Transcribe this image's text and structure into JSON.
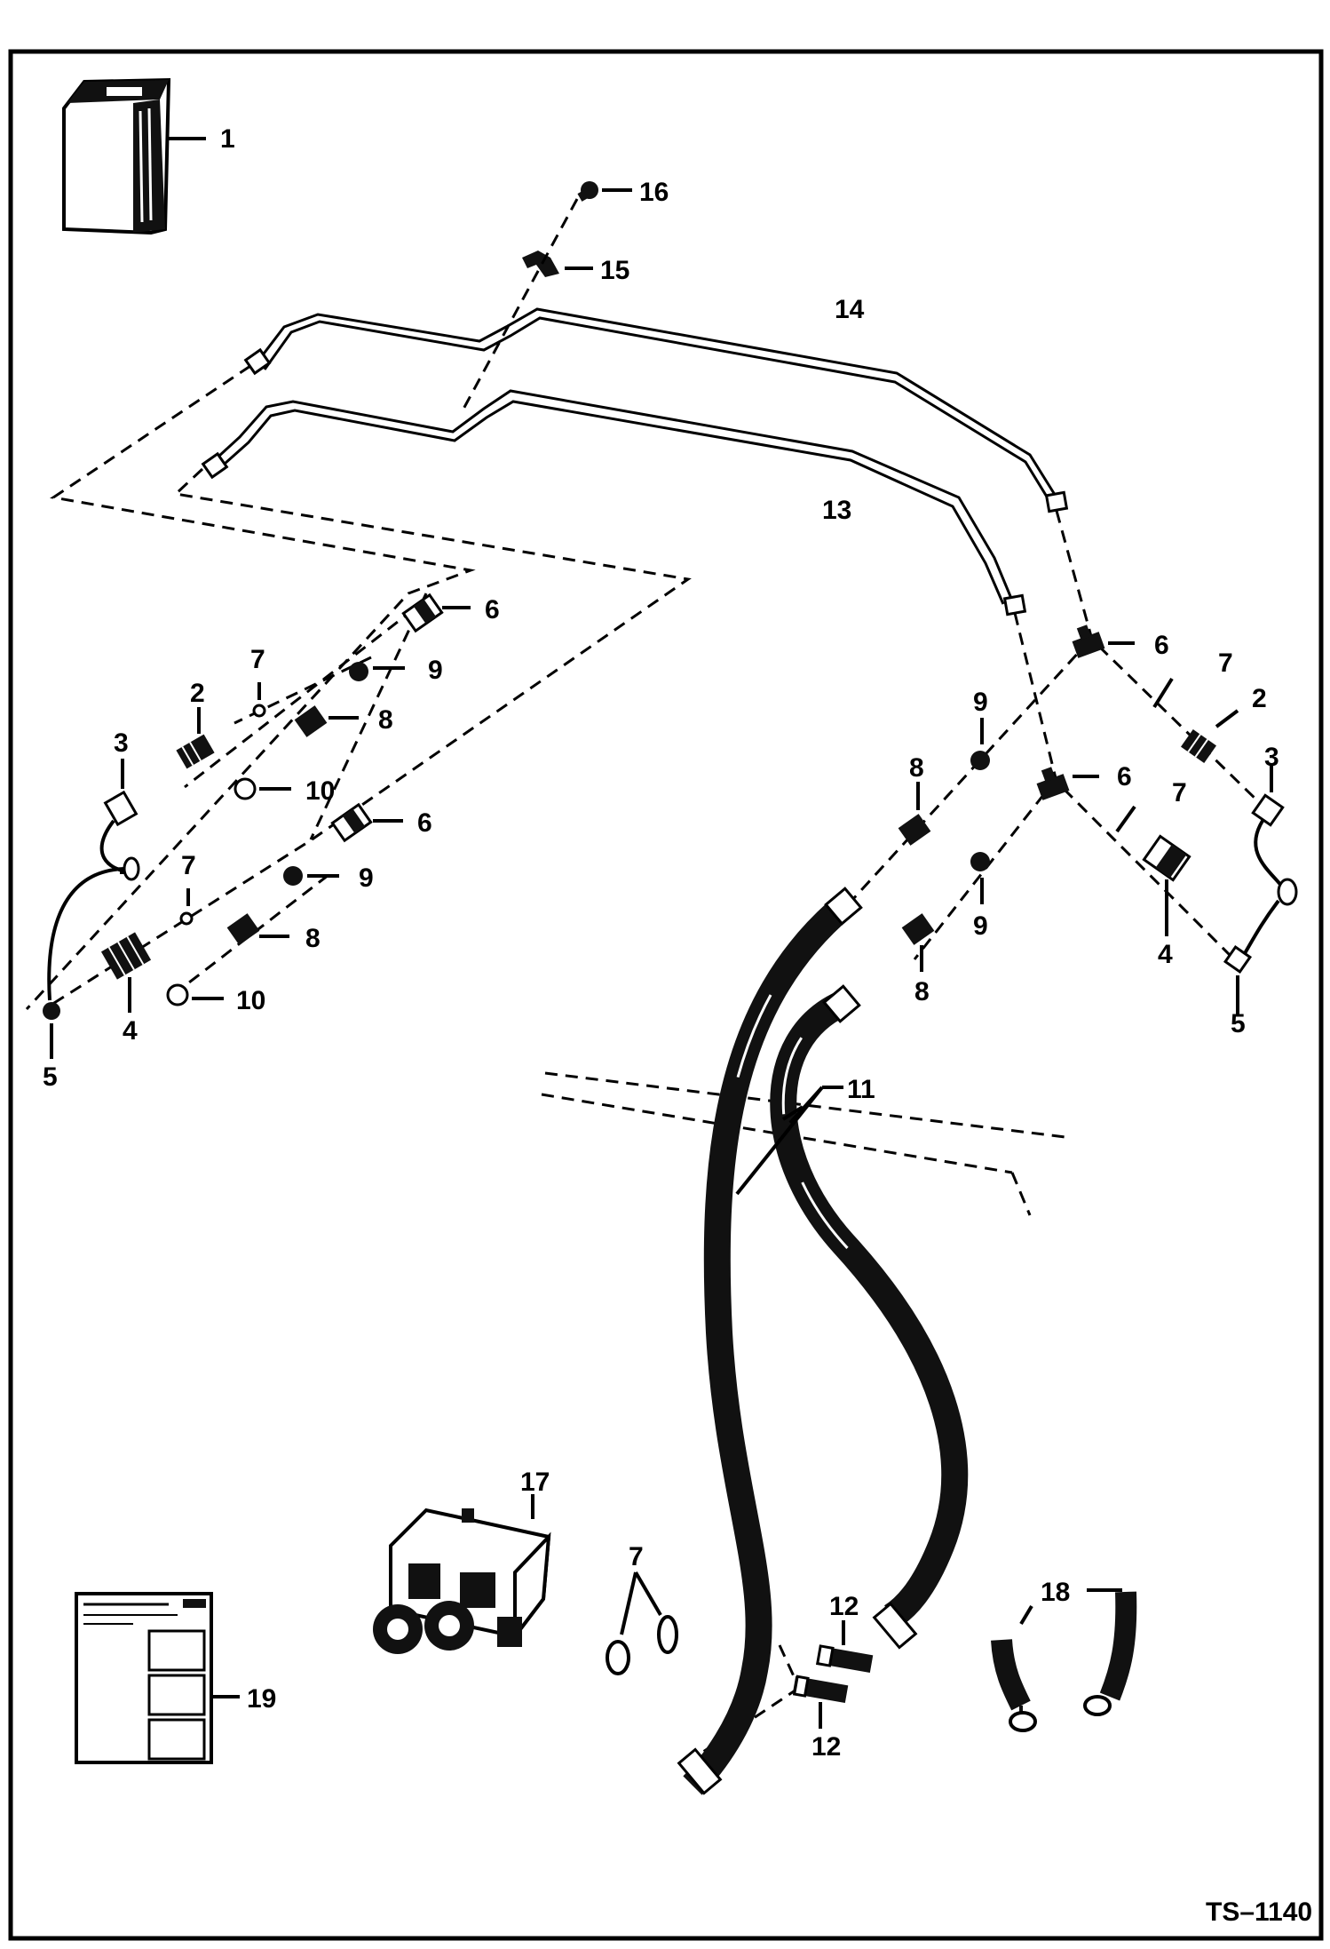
{
  "drawing_ref": "TS–1140",
  "callouts": [
    {
      "id": "c1",
      "label": "1"
    },
    {
      "id": "c16",
      "label": "16"
    },
    {
      "id": "c15",
      "label": "15"
    },
    {
      "id": "c14",
      "label": "14"
    },
    {
      "id": "c13",
      "label": "13"
    },
    {
      "id": "c6a",
      "label": "6"
    },
    {
      "id": "c7a",
      "label": "7"
    },
    {
      "id": "c9a",
      "label": "9"
    },
    {
      "id": "c2a",
      "label": "2"
    },
    {
      "id": "c3a",
      "label": "3"
    },
    {
      "id": "c8a",
      "label": "8"
    },
    {
      "id": "c10a",
      "label": "10"
    },
    {
      "id": "c6b",
      "label": "6"
    },
    {
      "id": "c7b",
      "label": "7"
    },
    {
      "id": "c9b",
      "label": "9"
    },
    {
      "id": "c8b",
      "label": "8"
    },
    {
      "id": "c4a",
      "label": "4"
    },
    {
      "id": "c10b",
      "label": "10"
    },
    {
      "id": "c5a",
      "label": "5"
    },
    {
      "id": "c6c",
      "label": "6"
    },
    {
      "id": "c7c",
      "label": "7"
    },
    {
      "id": "c2b",
      "label": "2"
    },
    {
      "id": "c3b",
      "label": "3"
    },
    {
      "id": "c9c",
      "label": "9"
    },
    {
      "id": "c8c",
      "label": "8"
    },
    {
      "id": "c6d",
      "label": "6"
    },
    {
      "id": "c7d",
      "label": "7"
    },
    {
      "id": "c9d",
      "label": "9"
    },
    {
      "id": "c4b",
      "label": "4"
    },
    {
      "id": "c8d",
      "label": "8"
    },
    {
      "id": "c5b",
      "label": "5"
    },
    {
      "id": "c11",
      "label": "11"
    },
    {
      "id": "c17",
      "label": "17"
    },
    {
      "id": "c7e",
      "label": "7"
    },
    {
      "id": "c12a",
      "label": "12"
    },
    {
      "id": "c18",
      "label": "18"
    },
    {
      "id": "c19",
      "label": "19"
    },
    {
      "id": "c12b",
      "label": "12"
    }
  ]
}
